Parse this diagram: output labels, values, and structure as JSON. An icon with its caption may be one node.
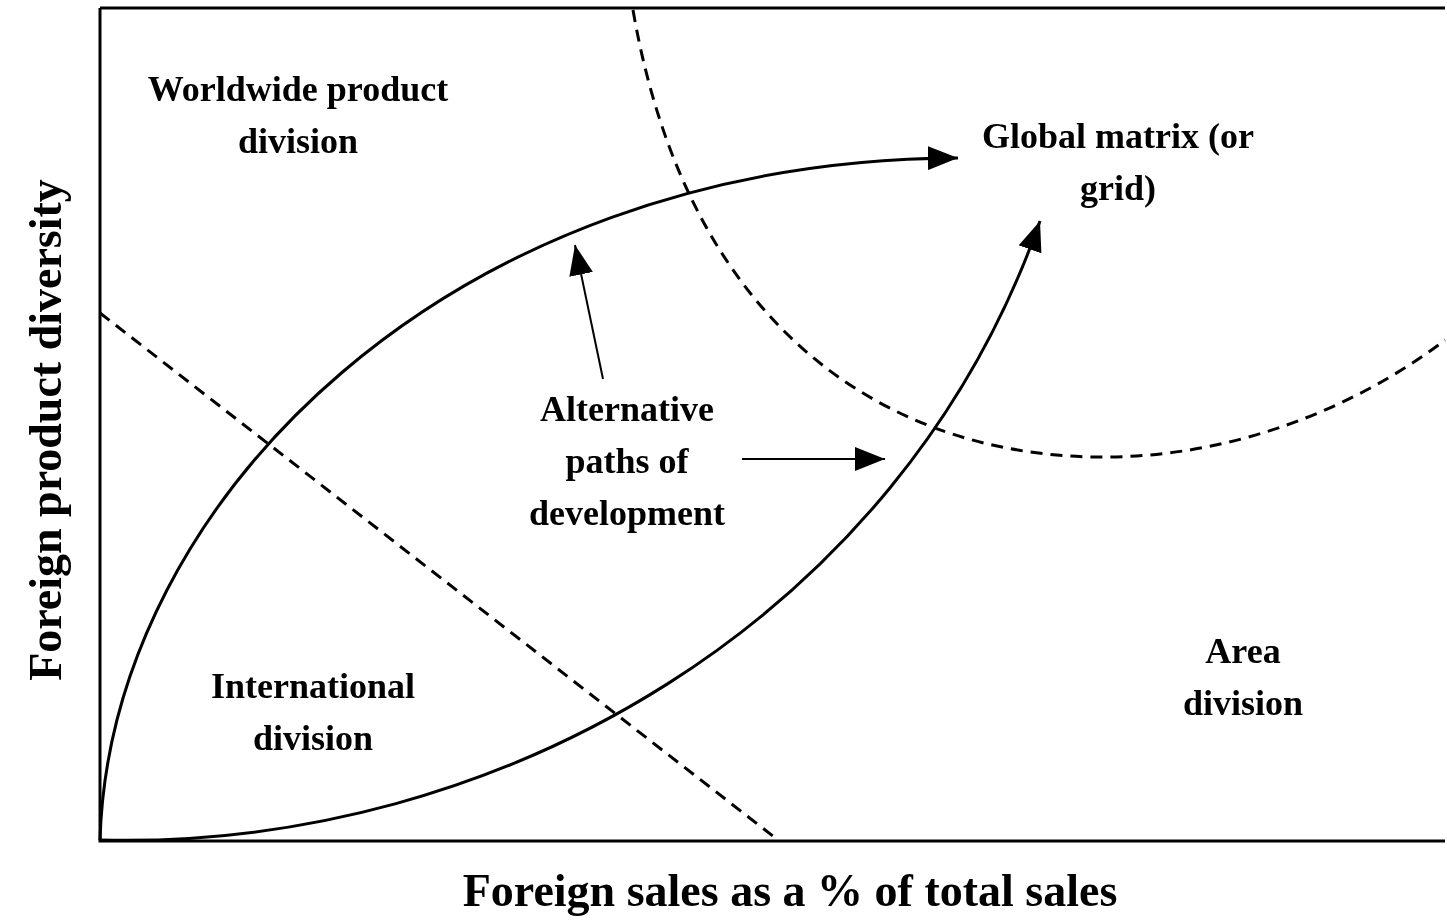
{
  "diagram": {
    "nodes": [
      {
        "text": [
          "Worldwide product division"
        ]
      },
      {
        "text": [
          "Global matrix (or grid)"
        ]
      },
      {
        "text": [
          "Alternative paths of development"
        ]
      },
      {
        "text": [
          "International division"
        ]
      },
      {
        "text": [
          "Area division"
        ]
      }
    ],
    "edges": [
      {
        "from": null,
        "to": 1,
        "arrow": "to"
      },
      {
        "from": null,
        "to": 1,
        "arrow": "to"
      },
      {
        "from": 2,
        "to": null,
        "arrow": "to"
      },
      {
        "from": 2,
        "to": null,
        "arrow": "to"
      }
    ],
    "labels": [
      "Foreign product diversity",
      "Foreign sales as a % of total sales"
    ]
  }
}
